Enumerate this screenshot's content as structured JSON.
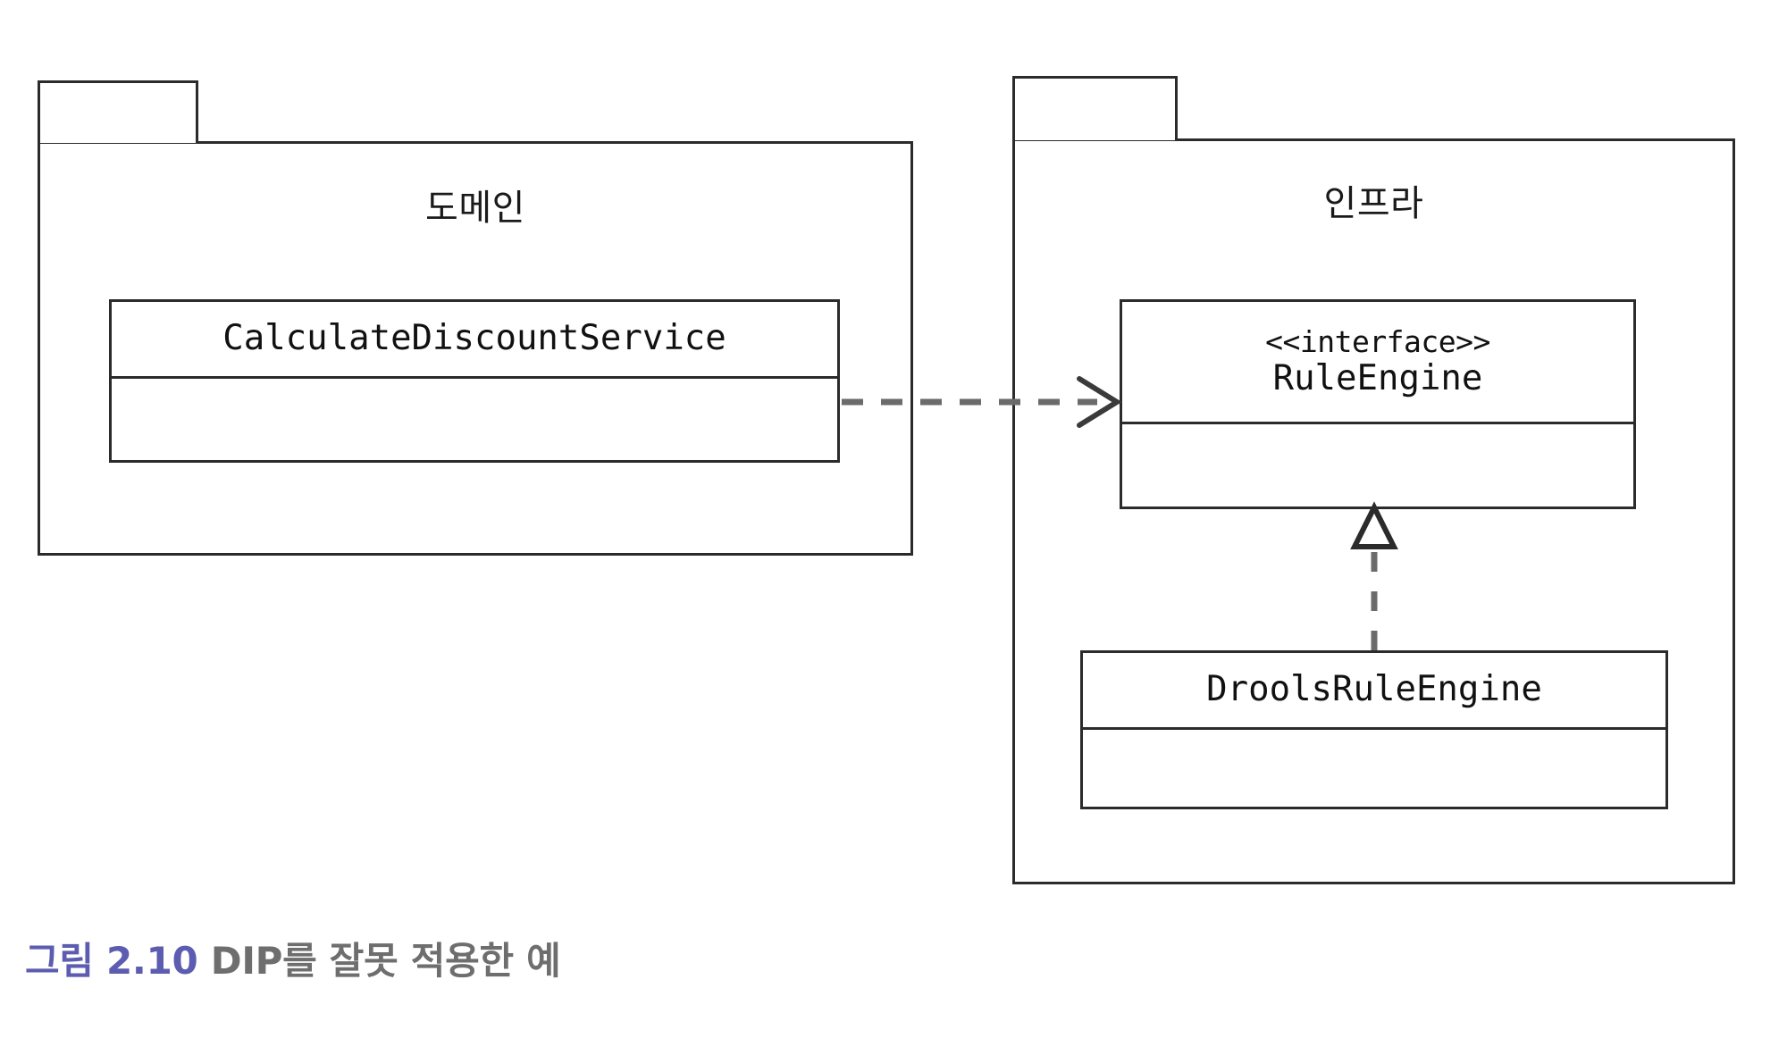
{
  "diagram": {
    "type": "uml-package-class-diagram",
    "packages": [
      {
        "id": "domain",
        "label": "도메인",
        "classes": [
          "CalculateDiscountService"
        ]
      },
      {
        "id": "infra",
        "label": "인프라",
        "classes": [
          "RuleEngine",
          "DroolsRuleEngine"
        ]
      }
    ],
    "classes": {
      "calculate_discount_service": {
        "stereotype": "",
        "name": "CalculateDiscountService"
      },
      "rule_engine": {
        "stereotype": "<<interface>>",
        "name": "RuleEngine"
      },
      "drools_rule_engine": {
        "stereotype": "",
        "name": "DroolsRuleEngine"
      }
    },
    "relations": [
      {
        "kind": "dependency",
        "from": "CalculateDiscountService",
        "to": "RuleEngine",
        "line": "dashed",
        "arrowhead": "open-v"
      },
      {
        "kind": "realization",
        "from": "DroolsRuleEngine",
        "to": "RuleEngine",
        "line": "dashed",
        "arrowhead": "hollow-triangle"
      }
    ]
  },
  "caption": {
    "figure_number": "그림 2.10",
    "figure_text": "DIP를 잘못 적용한 예"
  },
  "colors": {
    "stroke": "#2b2b2b",
    "connector": "#6b6b6b",
    "figure_number": "#5c5cb0",
    "caption_text": "#6e6e6e",
    "background": "#ffffff"
  }
}
